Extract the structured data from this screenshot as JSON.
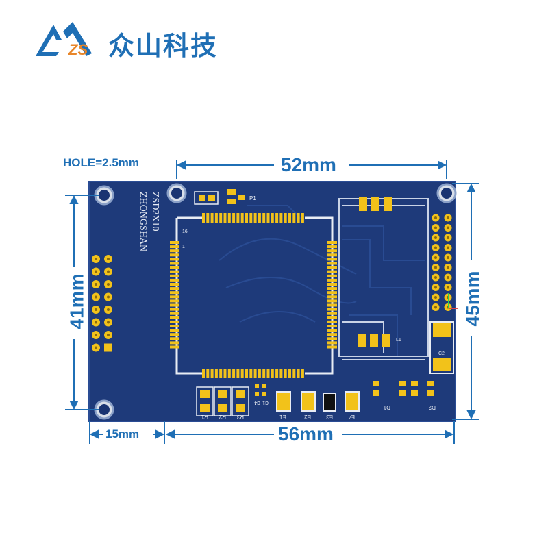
{
  "brand": {
    "name": "众山科技",
    "logo_letters": "ZS"
  },
  "dimensions": {
    "hole": "HOLE=2.5mm",
    "top_width": "52mm",
    "left_height": "41mm",
    "right_height": "45mm",
    "left_offset": "15mm",
    "bottom_width": "56mm"
  },
  "board": {
    "silk_name": "ZHONGSHAN",
    "silk_model": "ZSD2X10",
    "labels": {
      "p1": "P1",
      "c1": "C1",
      "c4": "C4",
      "c2": "C2",
      "e1": "E1",
      "e2": "E2",
      "e3": "E3",
      "e4": "E4",
      "d1": "D1",
      "d2": "D2",
      "l1": "L1",
      "r1": "R1",
      "r2": "R2",
      "r3": "R3",
      "pin1": "1",
      "pin16": "16"
    }
  },
  "colors": {
    "accent": "#1f6fb5",
    "logo_orange": "#e8862a",
    "pcb": "#1e3a7a",
    "pad": "#f2c21a"
  }
}
